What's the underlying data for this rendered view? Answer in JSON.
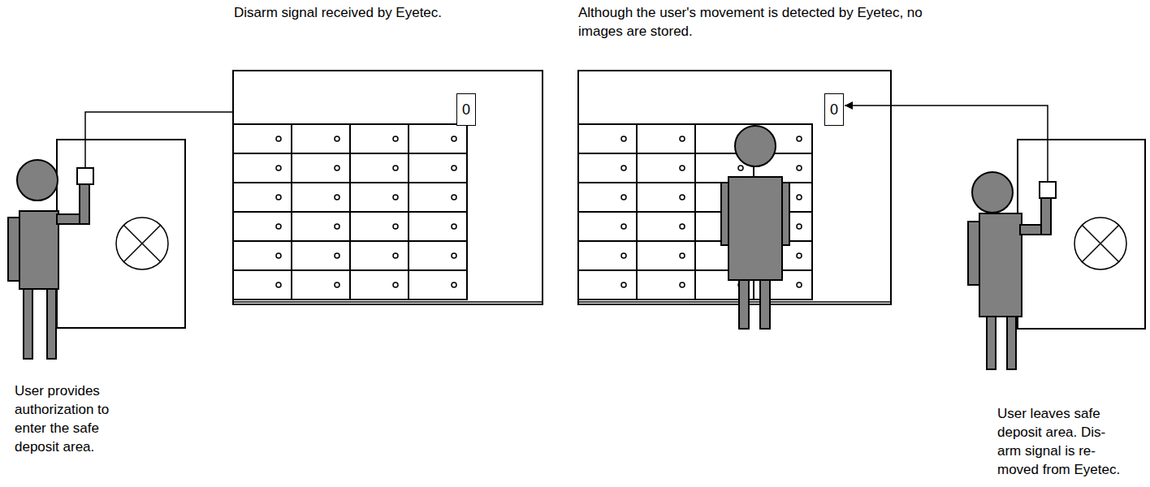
{
  "diagram": {
    "nodes": [
      {
        "text": [
          "0"
        ]
      },
      {
        "text": [
          "0"
        ]
      }
    ],
    "labels": [
      "Disarm signal received by Eyetec.",
      "Although the user's movement is detected by Eyetec, no images are stored.",
      "User provides authorization to enter the safe deposit area.",
      "User leaves safe deposit area. Dis- arm signal is re- moved from Eyetec."
    ]
  }
}
